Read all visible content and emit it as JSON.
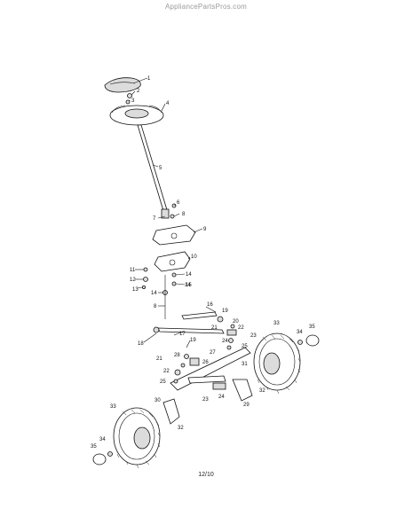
{
  "watermark": "AppliancePartsPros.com",
  "page_label": "12/10",
  "callouts": [
    "1",
    "2",
    "3",
    "4",
    "5",
    "6",
    "7",
    "8",
    "9",
    "10",
    "11",
    "12",
    "13",
    "14",
    "14",
    "15",
    "8",
    "14",
    "16",
    "17",
    "18",
    "19",
    "19",
    "20",
    "21",
    "21",
    "22",
    "22",
    "23",
    "23",
    "24",
    "24",
    "25",
    "25",
    "26",
    "27",
    "28",
    "29",
    "30",
    "31",
    "32",
    "32",
    "33",
    "33",
    "34",
    "34",
    "35",
    "35"
  ]
}
